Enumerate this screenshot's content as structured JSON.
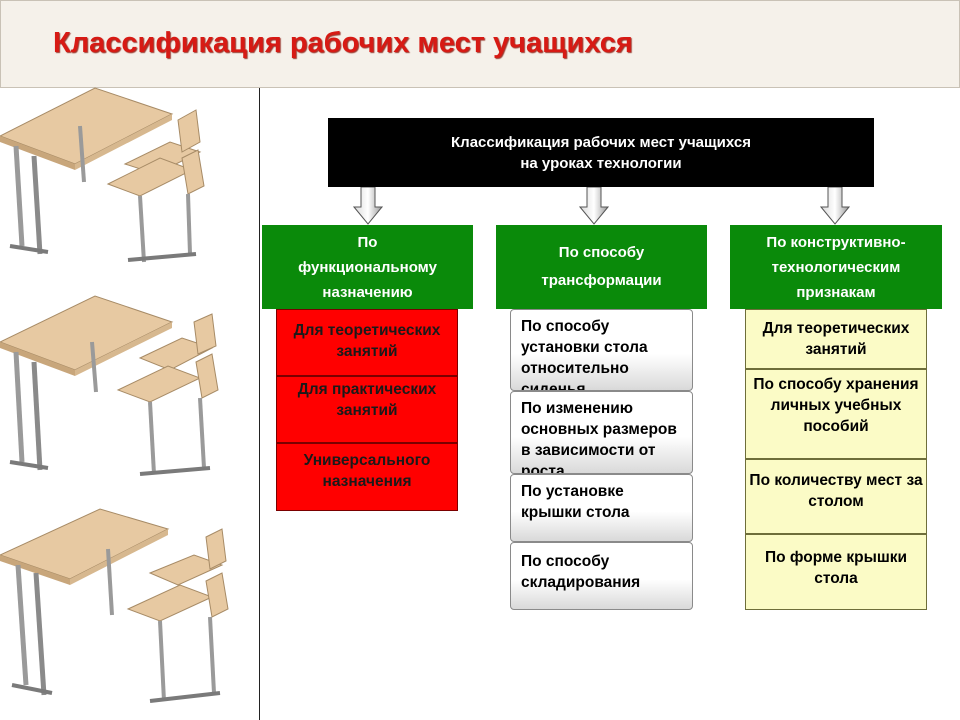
{
  "slide": {
    "title": "Классификация  рабочих мест учащихся"
  },
  "root": {
    "line1": "Классификация рабочих мест учащихся",
    "line2": "на уроках технологии"
  },
  "categories": [
    {
      "lines": [
        "По",
        "функциональному",
        "назначению"
      ]
    },
    {
      "lines": [
        "По способу",
        "трансформации"
      ]
    },
    {
      "lines": [
        "По конструктивно-",
        "технологическим",
        "признакам"
      ]
    }
  ],
  "functional": [
    {
      "text": "Для теоретических занятий"
    },
    {
      "text": "Для практических занятий"
    },
    {
      "text": "Универсального назначения"
    }
  ],
  "transformation": [
    {
      "text": "По способу установки стола относительно сиденья"
    },
    {
      "text": "По изменению основных размеров в зависимости от роста"
    },
    {
      "text": "По установке крышки стола"
    },
    {
      "text": "По способу складирования"
    }
  ],
  "construction": [
    {
      "text": "Для теоретических занятий"
    },
    {
      "text": "По способу хранения личных учебных пособий"
    },
    {
      "text": "По количеству мест за столом"
    },
    {
      "text": "По форме крышки стола"
    }
  ],
  "colors": {
    "title": "#d71a14",
    "category_green": "#0a8a0a",
    "functional_red": "#ff0000",
    "construction_yellow": "#fbfbc6",
    "root_black": "#000000"
  }
}
